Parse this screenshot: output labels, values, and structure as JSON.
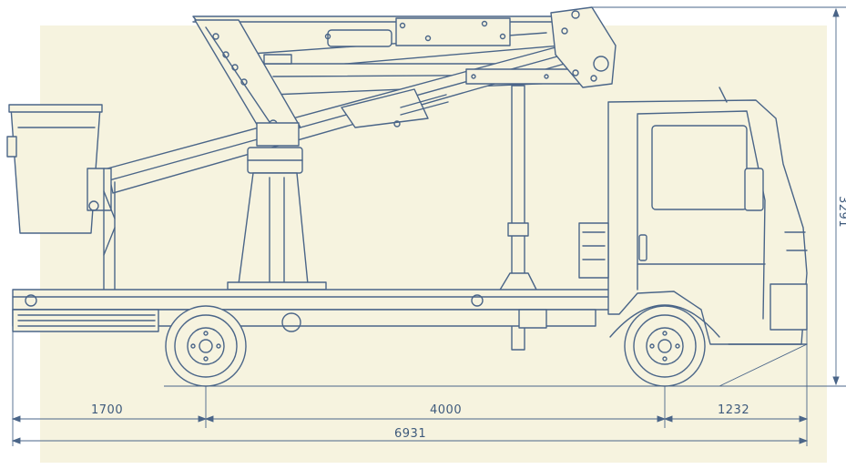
{
  "colors": {
    "paper": "#f6f3df",
    "line": "#4a6588",
    "line_light": "#8ea1bb",
    "text": "#3e5a7c"
  },
  "dimensions": {
    "front_overhang": "1700",
    "wheelbase": "4000",
    "rear_overhang": "1232",
    "total_length": "6931",
    "height": "3291"
  }
}
